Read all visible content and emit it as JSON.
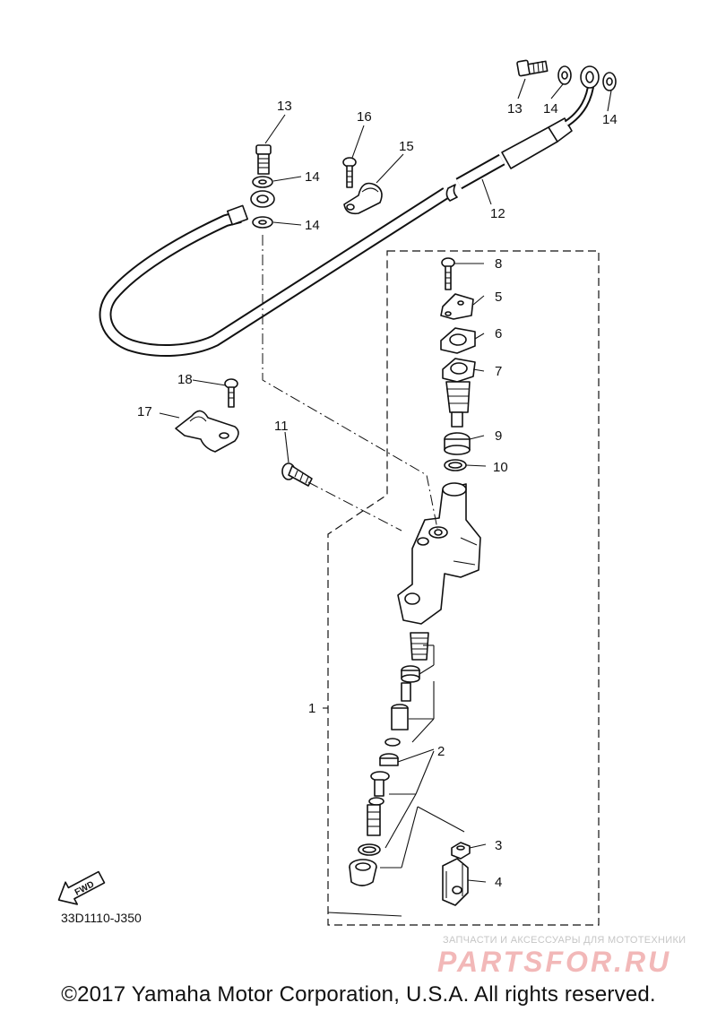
{
  "labels": {
    "p1": "1",
    "p2": "2",
    "p3": "3",
    "p4": "4",
    "p5": "5",
    "p6": "6",
    "p7": "7",
    "p8": "8",
    "p9": "9",
    "p10": "10",
    "p11": "11",
    "p12": "12",
    "p13a": "13",
    "p13b": "13",
    "p14a": "14",
    "p14b": "14",
    "p14c": "14",
    "p14d": "14",
    "p15": "15",
    "p16": "16",
    "p17": "17",
    "p18": "18"
  },
  "fwd": "FWD",
  "ref_code": "33D1110-J350",
  "watermark": {
    "tagline": "ЗАПЧАСТИ И АКСЕССУАРЫ ДЛЯ МОТОТЕХНИКИ",
    "brand": "PARTSFOR.RU"
  },
  "copyright": "©2017 Yamaha Motor Corporation, U.S.A. All rights reserved."
}
